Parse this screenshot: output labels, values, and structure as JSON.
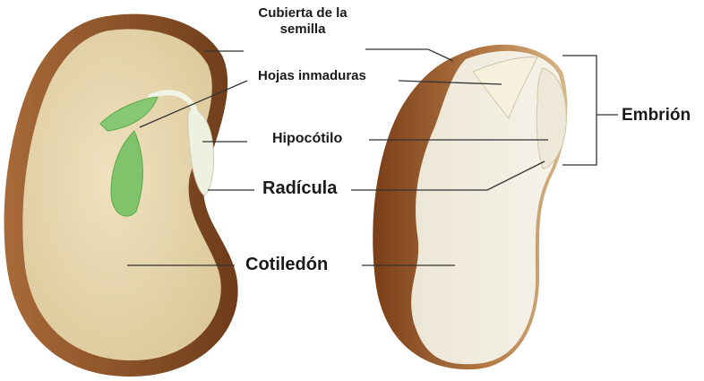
{
  "labels": {
    "seed_coat": "Cubierta de la semilla",
    "immature_leaves": "Hojas inmaduras",
    "hypocotyl": "Hipocótilo",
    "radicle": "Radícula",
    "cotyledon": "Cotiledón",
    "embryo": "Embrión"
  },
  "colors": {
    "seed_coat": "#8a4f24",
    "cotyledon_flesh": "#ecdcb6",
    "leaf": "#7fc46b",
    "hypocotyl": "#ecefe0",
    "real_seed_coat": "#9a5a2a",
    "real_seed_flesh": "#f0ece0",
    "leader_lines": "#333333"
  }
}
